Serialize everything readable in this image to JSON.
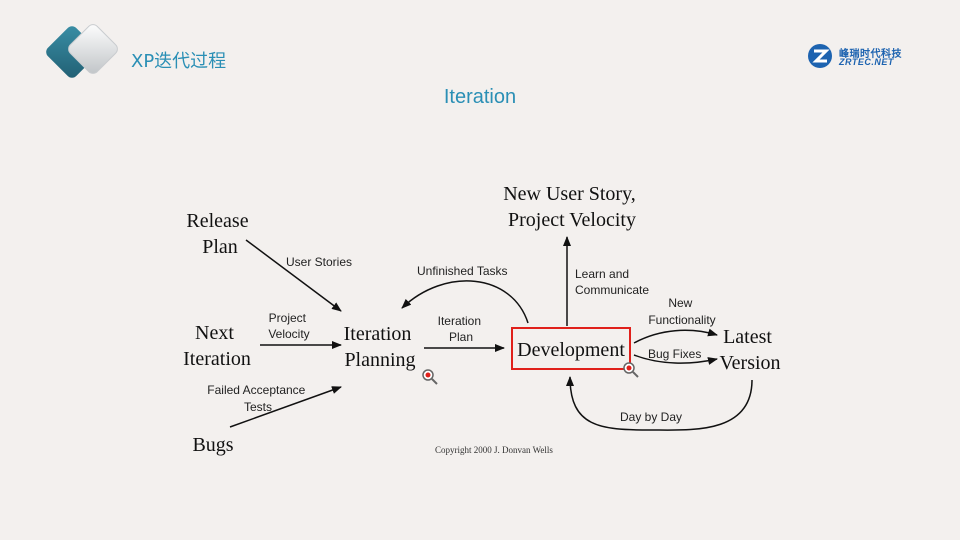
{
  "header": {
    "slide_title": "XP迭代过程",
    "brand_cn": "峰瑞时代科技",
    "brand_en": "ZRTEC.NET"
  },
  "subtitle": "Iteration",
  "diagram": {
    "nodes": {
      "release_plan": [
        "Release",
        "Plan"
      ],
      "next_iteration": [
        "Next",
        "Iteration"
      ],
      "bugs": [
        "Bugs"
      ],
      "iteration_planning": [
        "Iteration",
        "Planning"
      ],
      "development": "Development",
      "new_user_story": [
        "New User Story,",
        "Project Velocity"
      ],
      "latest_version": [
        "Latest",
        "Version"
      ]
    },
    "edges": {
      "user_stories": "User Stories",
      "project_velocity": [
        "Project",
        "Velocity"
      ],
      "failed_acceptance": [
        "Failed Acceptance",
        "Tests"
      ],
      "unfinished_tasks": "Unfinished Tasks",
      "iteration_plan": [
        "Iteration",
        "Plan"
      ],
      "learn_communicate": [
        "Learn and",
        "Communicate"
      ],
      "new_functionality": [
        "New",
        "Functionality"
      ],
      "bug_fixes": "Bug Fixes",
      "day_by_day": "Day by Day"
    },
    "copyright": "Copyright 2000 J. Donvan Wells",
    "colors": {
      "highlight_box": "#e0201b",
      "zoom_dot": "#e0201b"
    }
  }
}
